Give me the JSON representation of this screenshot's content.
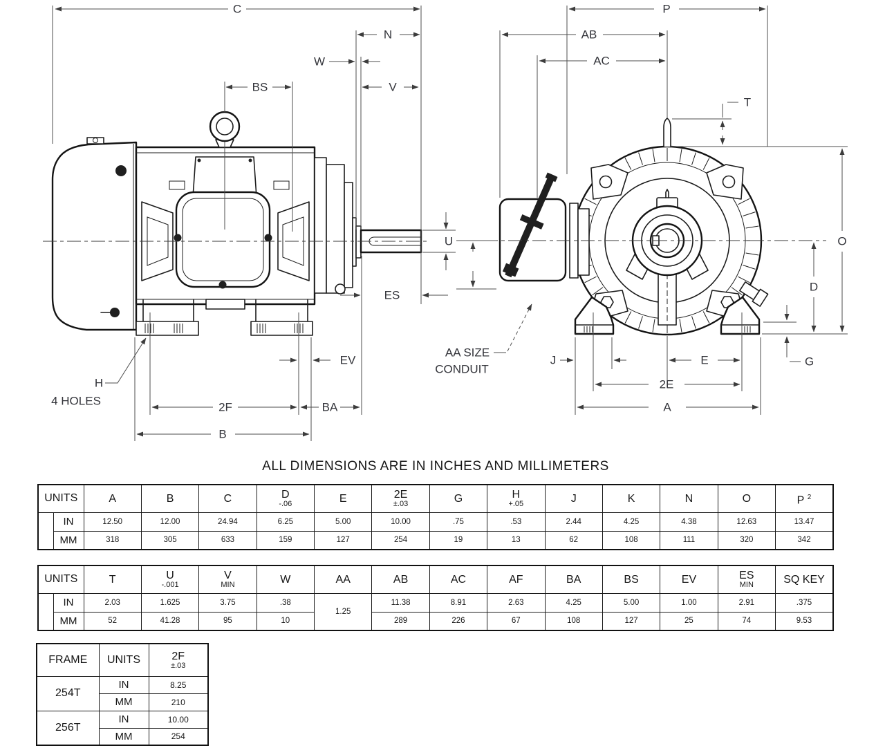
{
  "title": "ALL DIMENSIONS ARE IN INCHES AND MILLIMETERS",
  "labels": {
    "c": "C",
    "n": "N",
    "w": "W",
    "bs": "BS",
    "v": "V",
    "u": "U",
    "es": "ES",
    "ev": "EV",
    "h": "H",
    "holes": "4 HOLES",
    "f2": "2F",
    "ba": "BA",
    "b": "B",
    "p": "P",
    "ab": "AB",
    "ac": "AC",
    "t": "T",
    "o": "O",
    "d": "D",
    "g": "G",
    "j": "J",
    "e": "E",
    "e2": "2E",
    "a": "A",
    "aa1": "AA SIZE",
    "aa2": "CONDUIT"
  },
  "table1": {
    "units_label": "UNITS",
    "in_label": "IN",
    "mm_label": "MM",
    "cols": [
      {
        "h": "A"
      },
      {
        "h": "B"
      },
      {
        "h": "C"
      },
      {
        "h": "D",
        "sub": "-.06"
      },
      {
        "h": "E"
      },
      {
        "h": "2E",
        "sub": "±.03"
      },
      {
        "h": "G"
      },
      {
        "h": "H",
        "sub": "+.05"
      },
      {
        "h": "J"
      },
      {
        "h": "K"
      },
      {
        "h": "N"
      },
      {
        "h": "O"
      },
      {
        "h": "P",
        "sup": "2"
      }
    ],
    "in": [
      "12.50",
      "12.00",
      "24.94",
      "6.25",
      "5.00",
      "10.00",
      ".75",
      ".53",
      "2.44",
      "4.25",
      "4.38",
      "12.63",
      "13.47"
    ],
    "mm": [
      "318",
      "305",
      "633",
      "159",
      "127",
      "254",
      "19",
      "13",
      "62",
      "108",
      "111",
      "320",
      "342"
    ]
  },
  "table2": {
    "units_label": "UNITS",
    "in_label": "IN",
    "mm_label": "MM",
    "cols": [
      {
        "h": "T"
      },
      {
        "h": "U",
        "sub": "-.001"
      },
      {
        "h": "V",
        "sub": "MIN"
      },
      {
        "h": "W"
      },
      {
        "h": "AA"
      },
      {
        "h": "AB"
      },
      {
        "h": "AC"
      },
      {
        "h": "AF"
      },
      {
        "h": "BA"
      },
      {
        "h": "BS"
      },
      {
        "h": "EV"
      },
      {
        "h": "ES",
        "sub": "MIN"
      },
      {
        "h": "SQ KEY"
      }
    ],
    "aa": "1.25",
    "in": [
      "2.03",
      "1.625",
      "3.75",
      ".38",
      "11.38",
      "8.91",
      "2.63",
      "4.25",
      "5.00",
      "1.00",
      "2.91",
      ".375"
    ],
    "mm": [
      "52",
      "41.28",
      "95",
      "10",
      "289",
      "226",
      "67",
      "108",
      "127",
      "25",
      "74",
      "9.53"
    ]
  },
  "table3": {
    "frame_label": "FRAME",
    "units_label": "UNITS",
    "col_h": "2F",
    "col_sub": "±.03",
    "in_label": "IN",
    "mm_label": "MM",
    "rows": [
      {
        "frame": "254T",
        "in": "8.25",
        "mm": "210"
      },
      {
        "frame": "256T",
        "in": "10.00",
        "mm": "254"
      }
    ]
  }
}
